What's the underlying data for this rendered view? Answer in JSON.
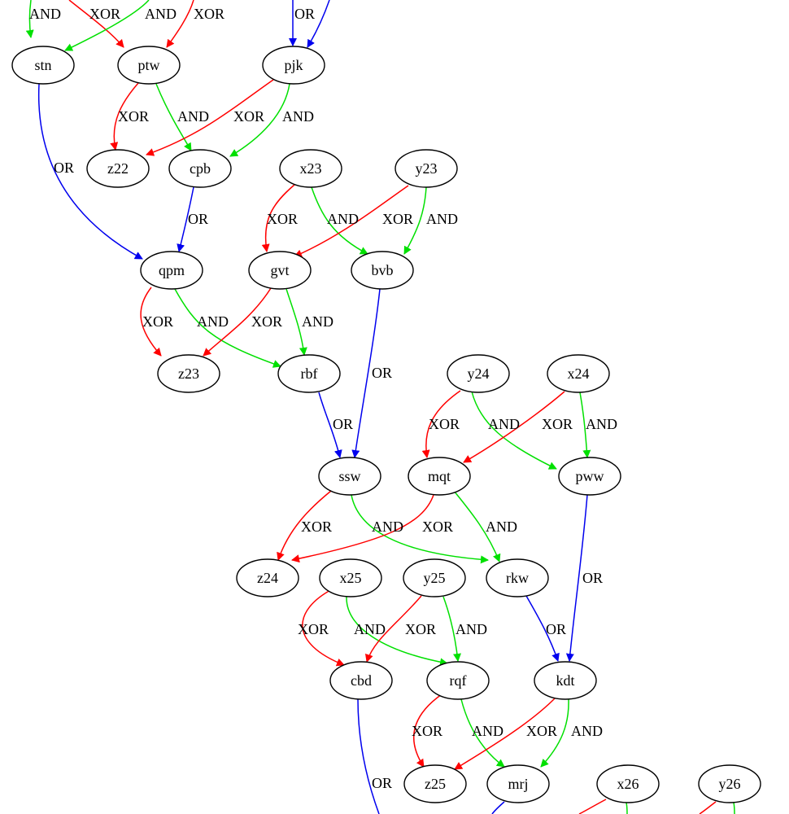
{
  "colors": {
    "XOR": "#ff0000",
    "AND": "#00e000",
    "OR": "#0000ee"
  },
  "nodes": {
    "stn": "stn",
    "ptw": "ptw",
    "pjk": "pjk",
    "z22": "z22",
    "cpb": "cpb",
    "x23": "x23",
    "y23": "y23",
    "qpm": "qpm",
    "gvt": "gvt",
    "bvb": "bvb",
    "z23": "z23",
    "rbf": "rbf",
    "y24": "y24",
    "x24": "x24",
    "ssw": "ssw",
    "mqt": "mqt",
    "pww": "pww",
    "z24": "z24",
    "x25": "x25",
    "y25": "y25",
    "rkw": "rkw",
    "cbd": "cbd",
    "rqf": "rqf",
    "kdt": "kdt",
    "z25": "z25",
    "mrj": "mrj",
    "x26": "x26",
    "y26": "y26"
  },
  "edges": [
    {
      "from": "",
      "to": "stn",
      "op": "AND",
      "label": "AND"
    },
    {
      "from": "",
      "to": "ptw",
      "op": "XOR",
      "label": "XOR"
    },
    {
      "from": "",
      "to": "stn",
      "op": "AND",
      "label": "AND"
    },
    {
      "from": "",
      "to": "ptw",
      "op": "XOR",
      "label": "XOR"
    },
    {
      "from": "",
      "to": "pjk",
      "op": "OR",
      "label": "OR"
    },
    {
      "from": "",
      "to": "pjk",
      "op": "OR",
      "label": ""
    },
    {
      "from": "ptw",
      "to": "z22",
      "op": "XOR",
      "label": "XOR"
    },
    {
      "from": "ptw",
      "to": "cpb",
      "op": "AND",
      "label": "AND"
    },
    {
      "from": "pjk",
      "to": "z22",
      "op": "XOR",
      "label": "XOR"
    },
    {
      "from": "pjk",
      "to": "cpb",
      "op": "AND",
      "label": "AND"
    },
    {
      "from": "stn",
      "to": "qpm",
      "op": "OR",
      "label": "OR"
    },
    {
      "from": "cpb",
      "to": "qpm",
      "op": "OR",
      "label": "OR"
    },
    {
      "from": "x23",
      "to": "gvt",
      "op": "XOR",
      "label": "XOR"
    },
    {
      "from": "x23",
      "to": "bvb",
      "op": "AND",
      "label": "AND"
    },
    {
      "from": "y23",
      "to": "gvt",
      "op": "XOR",
      "label": "XOR"
    },
    {
      "from": "y23",
      "to": "bvb",
      "op": "AND",
      "label": "AND"
    },
    {
      "from": "qpm",
      "to": "z23",
      "op": "XOR",
      "label": "XOR"
    },
    {
      "from": "qpm",
      "to": "rbf",
      "op": "AND",
      "label": "AND"
    },
    {
      "from": "gvt",
      "to": "z23",
      "op": "XOR",
      "label": "XOR"
    },
    {
      "from": "gvt",
      "to": "rbf",
      "op": "AND",
      "label": "AND"
    },
    {
      "from": "bvb",
      "to": "ssw",
      "op": "OR",
      "label": "OR"
    },
    {
      "from": "rbf",
      "to": "ssw",
      "op": "OR",
      "label": "OR"
    },
    {
      "from": "y24",
      "to": "mqt",
      "op": "XOR",
      "label": "XOR"
    },
    {
      "from": "y24",
      "to": "pww",
      "op": "AND",
      "label": "AND"
    },
    {
      "from": "x24",
      "to": "mqt",
      "op": "XOR",
      "label": "XOR"
    },
    {
      "from": "x24",
      "to": "pww",
      "op": "AND",
      "label": "AND"
    },
    {
      "from": "ssw",
      "to": "z24",
      "op": "XOR",
      "label": "XOR"
    },
    {
      "from": "ssw",
      "to": "rkw",
      "op": "AND",
      "label": "AND"
    },
    {
      "from": "mqt",
      "to": "z24",
      "op": "XOR",
      "label": "XOR"
    },
    {
      "from": "mqt",
      "to": "rkw",
      "op": "AND",
      "label": "AND"
    },
    {
      "from": "pww",
      "to": "kdt",
      "op": "OR",
      "label": "OR"
    },
    {
      "from": "rkw",
      "to": "kdt",
      "op": "OR",
      "label": "OR"
    },
    {
      "from": "x25",
      "to": "cbd",
      "op": "XOR",
      "label": "XOR"
    },
    {
      "from": "x25",
      "to": "rqf",
      "op": "AND",
      "label": "AND"
    },
    {
      "from": "y25",
      "to": "cbd",
      "op": "XOR",
      "label": "XOR"
    },
    {
      "from": "y25",
      "to": "rqf",
      "op": "AND",
      "label": "AND"
    },
    {
      "from": "rqf",
      "to": "z25",
      "op": "XOR",
      "label": "XOR"
    },
    {
      "from": "rqf",
      "to": "mrj",
      "op": "AND",
      "label": "AND"
    },
    {
      "from": "kdt",
      "to": "z25",
      "op": "XOR",
      "label": "XOR"
    },
    {
      "from": "kdt",
      "to": "mrj",
      "op": "AND",
      "label": "AND"
    },
    {
      "from": "cbd",
      "to": "",
      "op": "OR",
      "label": "OR"
    },
    {
      "from": "mrj",
      "to": "",
      "op": "OR",
      "label": ""
    },
    {
      "from": "x26",
      "to": "",
      "op": "XOR",
      "label": ""
    },
    {
      "from": "x26",
      "to": "",
      "op": "AND",
      "label": ""
    },
    {
      "from": "y26",
      "to": "",
      "op": "XOR",
      "label": ""
    },
    {
      "from": "y26",
      "to": "",
      "op": "AND",
      "label": ""
    }
  ]
}
